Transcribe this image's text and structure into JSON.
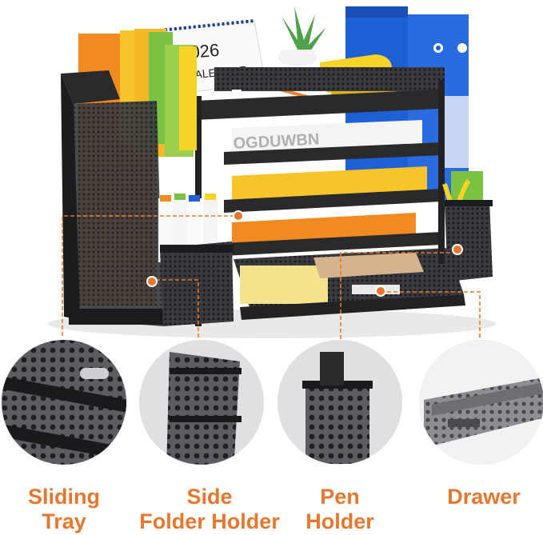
{
  "product": {
    "calendar_year": "2026",
    "calendar_word": "ALENDAR",
    "paper_print": "OGDUWBN"
  },
  "colors": {
    "accent": "#e8772e",
    "mesh": "#2a2a2d",
    "folder_orange": "#f28a22",
    "folder_yellow": "#f7c52a",
    "folder_green": "#7cc242",
    "binder_blue": "#1f5fd6",
    "stapler_yellow": "#f5d327"
  },
  "features": [
    {
      "id": "sliding-tray",
      "line1": "Sliding",
      "line2": "Tray"
    },
    {
      "id": "side-folder-holder",
      "line1": "Side",
      "line2": "Folder Holder"
    },
    {
      "id": "pen-holder",
      "line1": "Pen",
      "line2": "Holder"
    },
    {
      "id": "drawer",
      "line1": "Drawer",
      "line2": ""
    }
  ]
}
